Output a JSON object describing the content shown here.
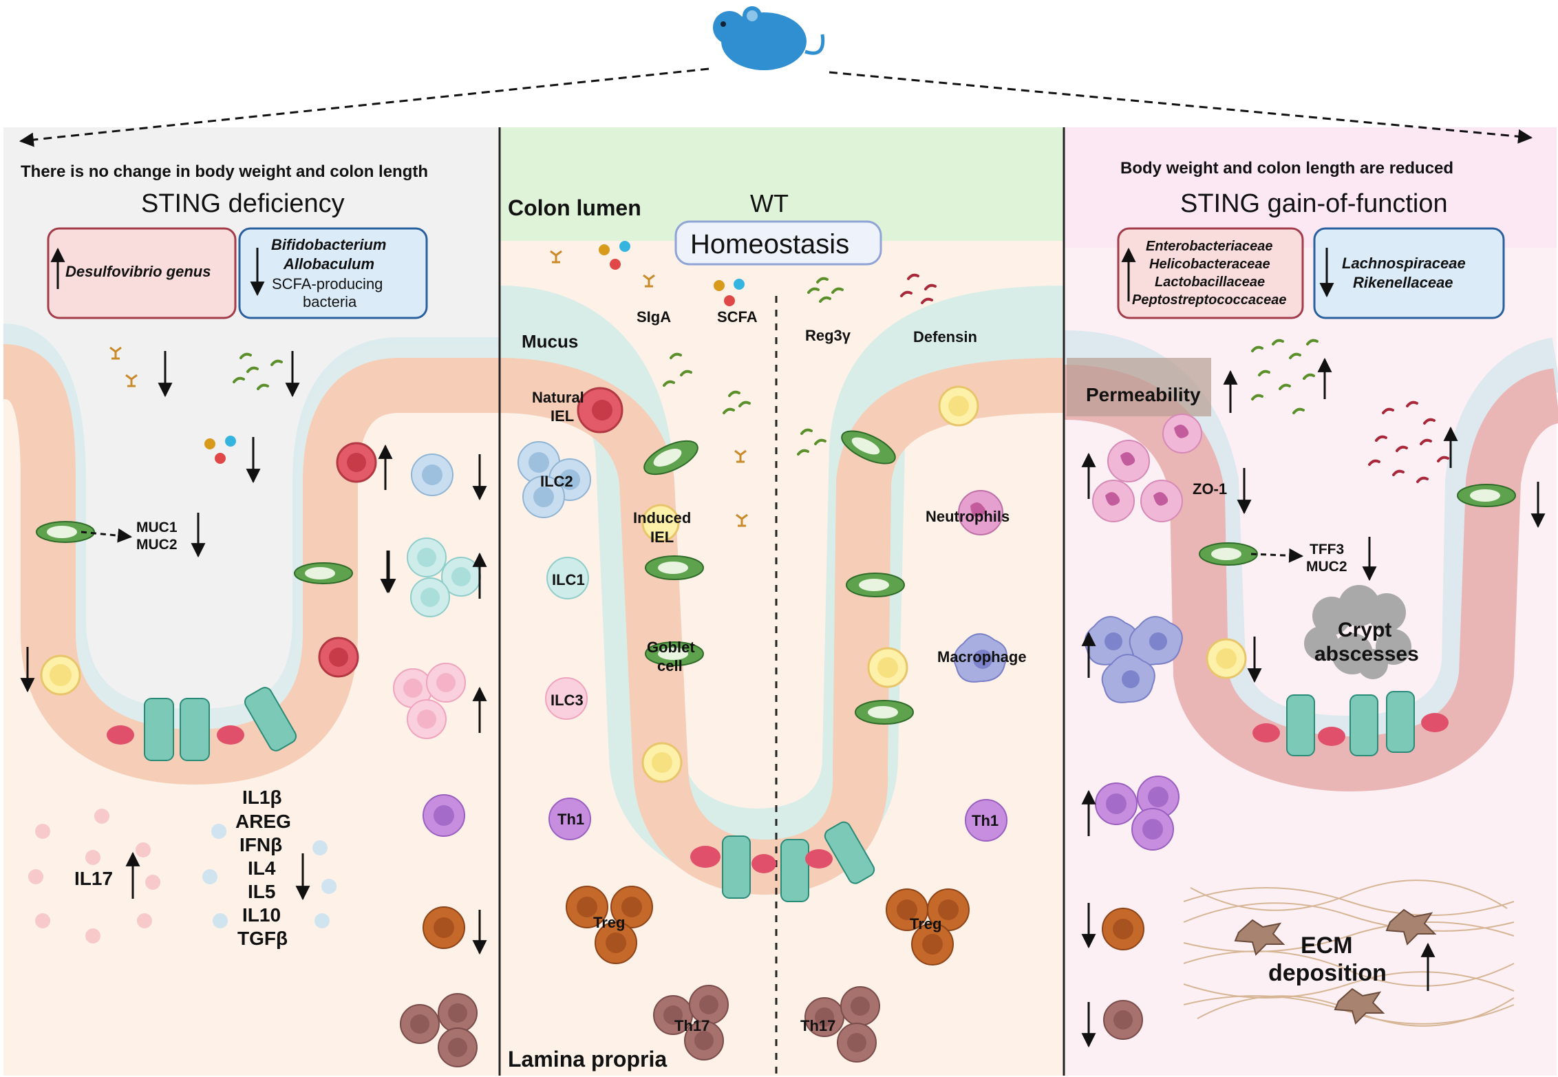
{
  "header": {
    "left_caption": "There is no change in  body weight and colon length",
    "right_caption": "Body weight and colon length are reduced"
  },
  "left_panel": {
    "title": "STING deficiency",
    "box_up": "Desulfovibrio genus",
    "box_down": [
      "Bifidobacterium",
      "Allobaculum",
      "SCFA-producing",
      "bacteria"
    ],
    "muc": [
      "MUC1",
      "MUC2"
    ],
    "il17": "IL17",
    "cytokines": [
      "IL1β",
      "AREG",
      "IFNβ",
      "IL4",
      "IL5",
      "IL10",
      "TGFβ"
    ]
  },
  "center_panel": {
    "lumen_label": "Colon lumen",
    "title": "WT",
    "homeostasis": "Homeostasis",
    "siga": "SIgA",
    "scfa": "SCFA",
    "reg3": "Reg3γ",
    "defensin": "Defensin",
    "mucus": "Mucus",
    "natural_iel": [
      "Natural",
      "IEL"
    ],
    "ilc2": "ILC2",
    "induced_iel": [
      "Induced",
      "IEL"
    ],
    "ilc1": "ILC1",
    "goblet": [
      "Goblet",
      "cell"
    ],
    "ilc3": "ILC3",
    "th1_left": "Th1",
    "treg_left": "Treg",
    "th17_left": "Th17",
    "lamina": "Lamina propria",
    "neutrophils": "Neutrophils",
    "macrophage": "Macrophage",
    "th1_right": "Th1",
    "treg_right": "Treg",
    "th17_right": "Th17"
  },
  "right_panel": {
    "title": "STING  gain-of-function",
    "box_up": [
      "Enterobacteriaceae",
      "Helicobacteraceae",
      "Lactobacillaceae",
      "Peptostreptococcaceae"
    ],
    "box_down": [
      "Lachnospiraceae",
      "Rikenellaceae"
    ],
    "permeability": "Permeability",
    "zo1": "ZO-1",
    "tff": [
      "TFF3",
      "MUC2"
    ],
    "crypt": [
      "Crypt",
      "abscesses"
    ],
    "ecm": [
      "ECM",
      "deposition"
    ]
  },
  "colors": {
    "left_bg": "#f1f1f1",
    "center_bg": "#dff3d8",
    "right_bg": "#fbe8f3",
    "mouse": "#2f8fd1",
    "box_red": "#a23b4a",
    "box_blue": "#2a5f9e"
  }
}
